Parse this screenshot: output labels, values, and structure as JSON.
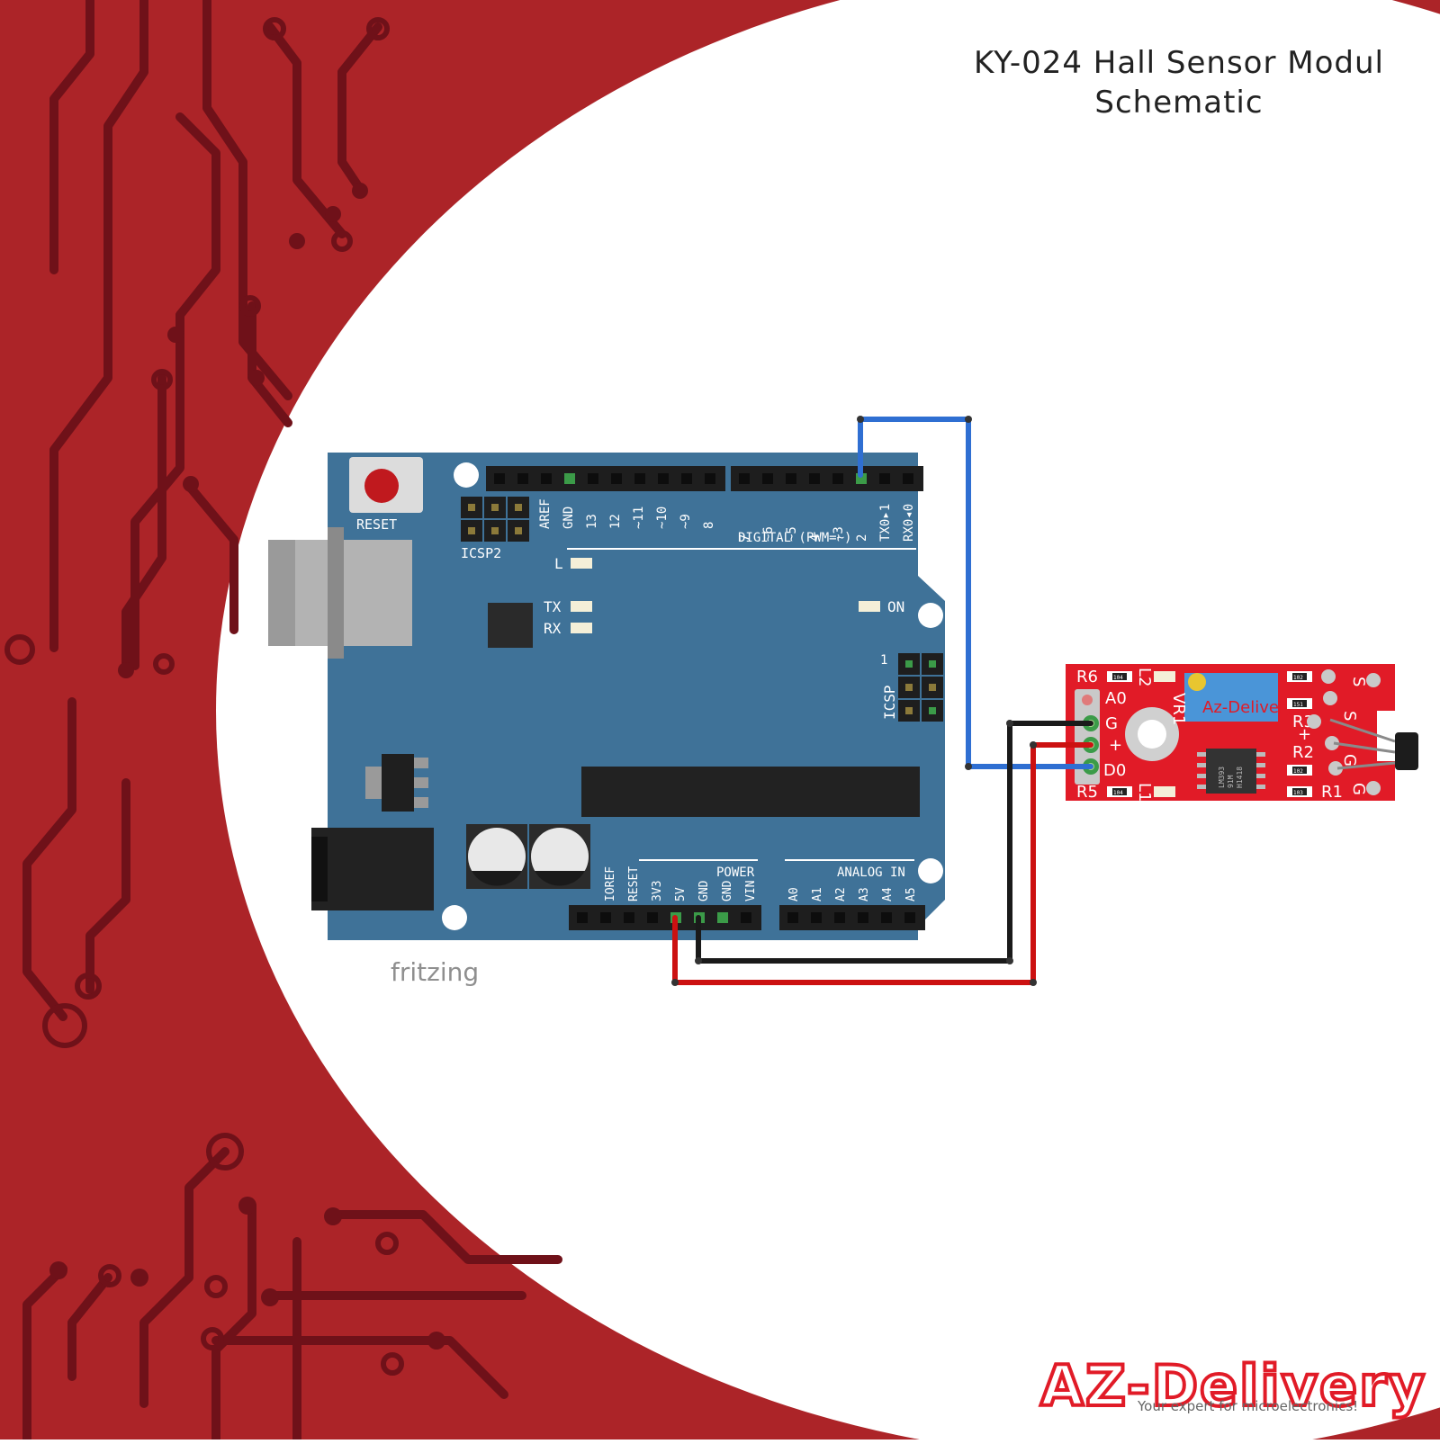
{
  "title": {
    "line1": "KY-024 Hall Sensor Modul",
    "line2": "Schematic"
  },
  "colors": {
    "background_red": "#ac2428",
    "trace_dark": "#6f1119",
    "board_blue": "#3f7298",
    "module_red": "#e11b27",
    "wire_blue": "#2f6fd2",
    "wire_red": "#cc1111",
    "wire_black": "#1a1a1a"
  },
  "arduino": {
    "reset_label": "RESET",
    "icsp2_label": "ICSP2",
    "icsp_label": "ICSP",
    "icsp_pin1": "1",
    "digital_label": "DIGITAL (PWM=~)",
    "power_label": "POWER",
    "analog_label": "ANALOG IN",
    "led_l": "L",
    "led_tx": "TX",
    "led_rx": "RX",
    "led_on": "ON",
    "digital_pins_left": [
      "AREF",
      "GND",
      "13",
      "12",
      "~11",
      "~10",
      "~9",
      "8"
    ],
    "digital_pins_right": [
      "7",
      "~6",
      "~5",
      "4",
      "~3",
      "2",
      "TX0▸1",
      "RX0◂0"
    ],
    "power_pins": [
      "IOREF",
      "RESET",
      "3V3",
      "5V",
      "GND",
      "GND",
      "VIN"
    ],
    "analog_pins": [
      "A0",
      "A1",
      "A2",
      "A3",
      "A4",
      "A5"
    ]
  },
  "module": {
    "brand": "Az-Delivery",
    "labels": [
      "R6",
      "A0",
      "G",
      "+",
      "D0",
      "R5",
      "L2",
      "L1",
      "VR1",
      "R3",
      "R2",
      "R1",
      "S",
      "S",
      "+",
      "G",
      "G"
    ],
    "chip_text": [
      "LM393",
      "91M",
      "H1418"
    ],
    "resistor_codes": [
      "104",
      "102",
      "151",
      "104",
      "102",
      "103"
    ]
  },
  "watermark": "fritzing",
  "logo": {
    "name": "AZ-Delivery",
    "tagline": "Your expert for microelectronics!"
  }
}
